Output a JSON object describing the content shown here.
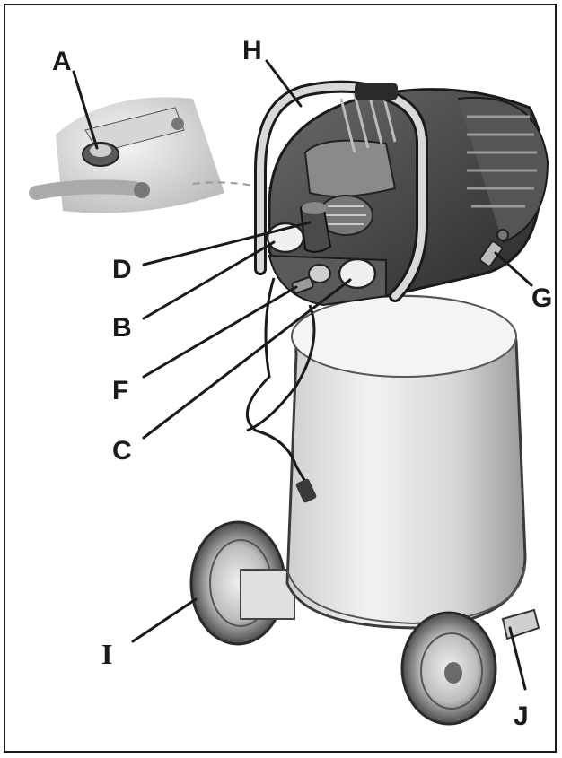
{
  "callouts": [
    {
      "id": "A",
      "letter": "A"
    },
    {
      "id": "H",
      "letter": "H"
    },
    {
      "id": "D",
      "letter": "D"
    },
    {
      "id": "B",
      "letter": "B"
    },
    {
      "id": "F",
      "letter": "F"
    },
    {
      "id": "C",
      "letter": "C"
    },
    {
      "id": "G",
      "letter": "G"
    },
    {
      "id": "I",
      "letter": "I"
    },
    {
      "id": "J",
      "letter": "J"
    }
  ],
  "colors": {
    "ink": "#1a1a1a",
    "tank_light": "#e9e9e9",
    "tank_mid": "#c8c8c8",
    "tank_dark": "#8c8c8c",
    "motor_dark": "#3a3a3a"
  }
}
